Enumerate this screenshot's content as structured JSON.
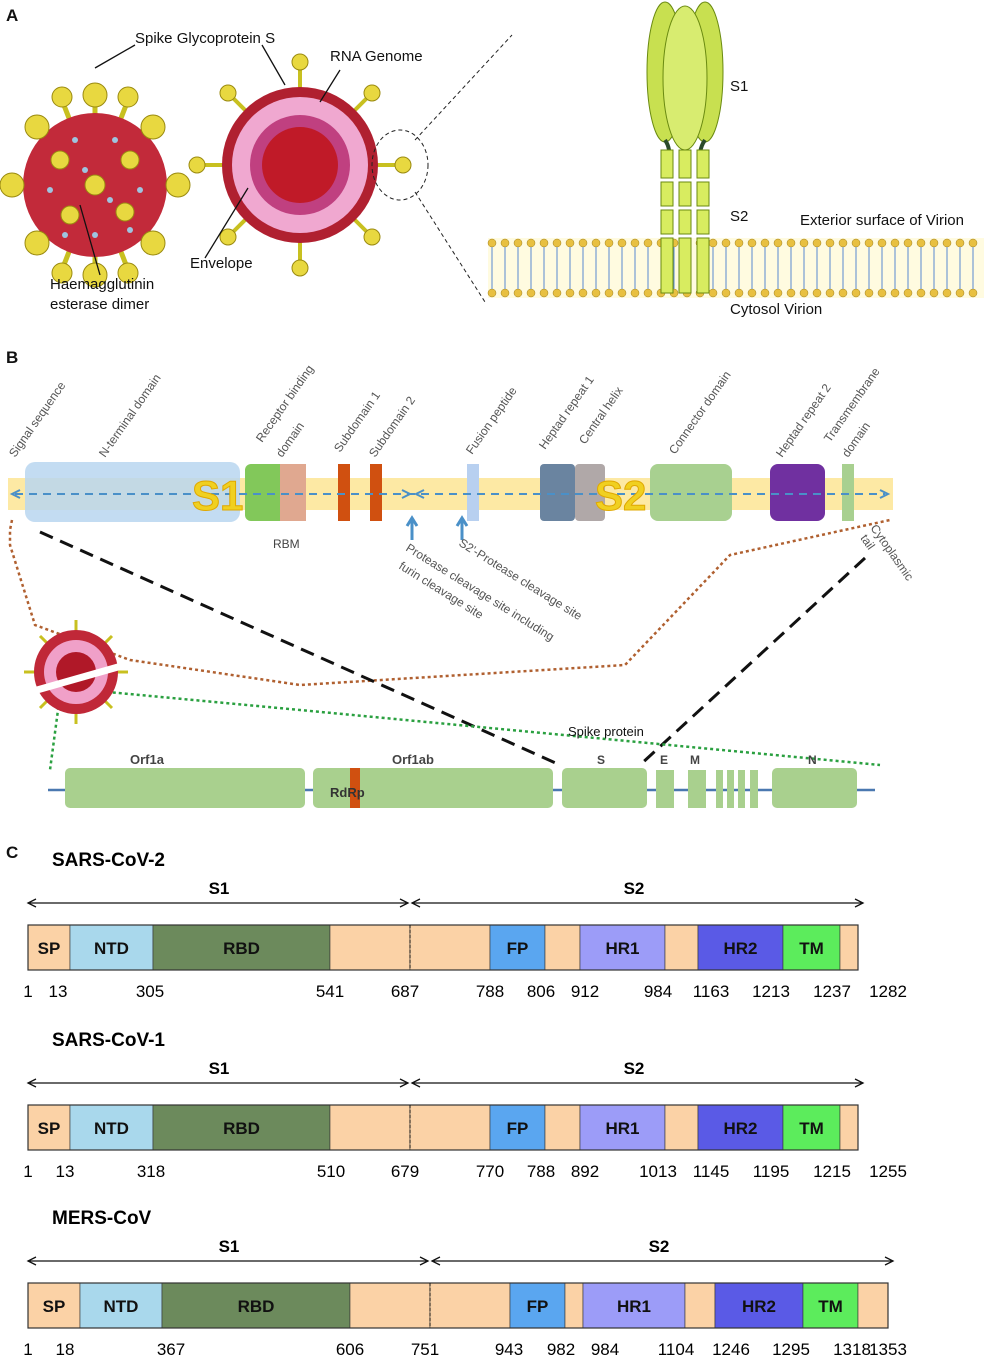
{
  "panels": {
    "a": "A",
    "b": "B",
    "c": "C"
  },
  "panel_a": {
    "spike": "Spike Glycoprotein S",
    "rna": "RNA Genome",
    "envelope": "Envelope",
    "haem1": "Haemagglutinin",
    "haem2": "esterase dimer",
    "s1": "S1",
    "s2": "S2",
    "exterior": "Exterior surface of Virion",
    "cytosol": "Cytosol Virion"
  },
  "panel_b": {
    "domains": [
      "Signal sequence",
      "N-terminal domain",
      "Receptor binding",
      "domain",
      "Subdomain 1",
      "Subdomain 2",
      "Fusion peptide",
      "Heptad repeat 1",
      "Central helix",
      "Connector domain",
      "Heptad repeat 2",
      "Transmembrane",
      "domain"
    ],
    "s1_big": "S1",
    "s2_big": "S2",
    "rbm": "RBM",
    "cyto1": "Cytoplasmic",
    "cyto2": "tail",
    "prot1": "Protease cleavage site including",
    "prot2": "furin cleavage site",
    "s2prot": "S2'-Protease cleavage site",
    "spike_protein": "Spike protein",
    "genes": [
      "Orf1a",
      "Orf1ab",
      "RdRp",
      "S",
      "E",
      "M",
      "N"
    ]
  },
  "panel_c": [
    {
      "name": "SARS-CoV-2",
      "s1": "S1",
      "s2": "S2",
      "domains": [
        "SP",
        "NTD",
        "RBD",
        "FP",
        "HR1",
        "HR2",
        "TM"
      ],
      "positions": [
        "1",
        "13",
        "305",
        "541",
        "687",
        "788",
        "806",
        "912",
        "984",
        "1163",
        "1213",
        "1237",
        "1282"
      ]
    },
    {
      "name": "SARS-CoV-1",
      "s1": "S1",
      "s2": "S2",
      "domains": [
        "SP",
        "NTD",
        "RBD",
        "FP",
        "HR1",
        "HR2",
        "TM"
      ],
      "positions": [
        "1",
        "13",
        "318",
        "510",
        "679",
        "770",
        "788",
        "892",
        "1013",
        "1145",
        "1195",
        "1215",
        "1255"
      ]
    },
    {
      "name": "MERS-CoV",
      "s1": "S1",
      "s2": "S2",
      "domains": [
        "SP",
        "NTD",
        "RBD",
        "FP",
        "HR1",
        "HR2",
        "TM"
      ],
      "positions": [
        "1",
        "18",
        "367",
        "606",
        "751",
        "943",
        "982",
        "984",
        "1104",
        "1246",
        "1295",
        "1318",
        "1353"
      ]
    }
  ],
  "colors": {
    "sp": "#fbd2a6",
    "ntd": "#a9d8ec",
    "rbd": "#6c8a5c",
    "fp": "#5aa6f0",
    "hr1": "#9c9cf8",
    "hr2": "#5a5ae6",
    "tm": "#5cec5c",
    "gene": "#a9d08e"
  }
}
